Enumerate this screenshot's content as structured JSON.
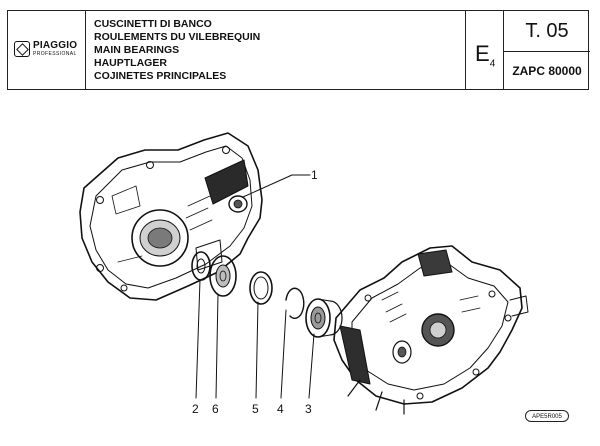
{
  "header": {
    "brand": "PIAGGIO",
    "brand_sub": "PROFESSIONAL",
    "titles": [
      "CUSCINETTI DI BANCO",
      "ROULEMENTS DU VILEBREQUIN",
      "MAIN BEARINGS",
      "HAUPTLAGER",
      "COJINETES PRINCIPALES"
    ],
    "code_letter": "E",
    "code_sub": "4",
    "table_ref": "T. 05",
    "model": "ZAPC 80000"
  },
  "callouts": {
    "c1": "1",
    "c2": "2",
    "c6": "6",
    "c5": "5",
    "c4": "4",
    "c3": "3"
  },
  "stamp": "APE5R005"
}
